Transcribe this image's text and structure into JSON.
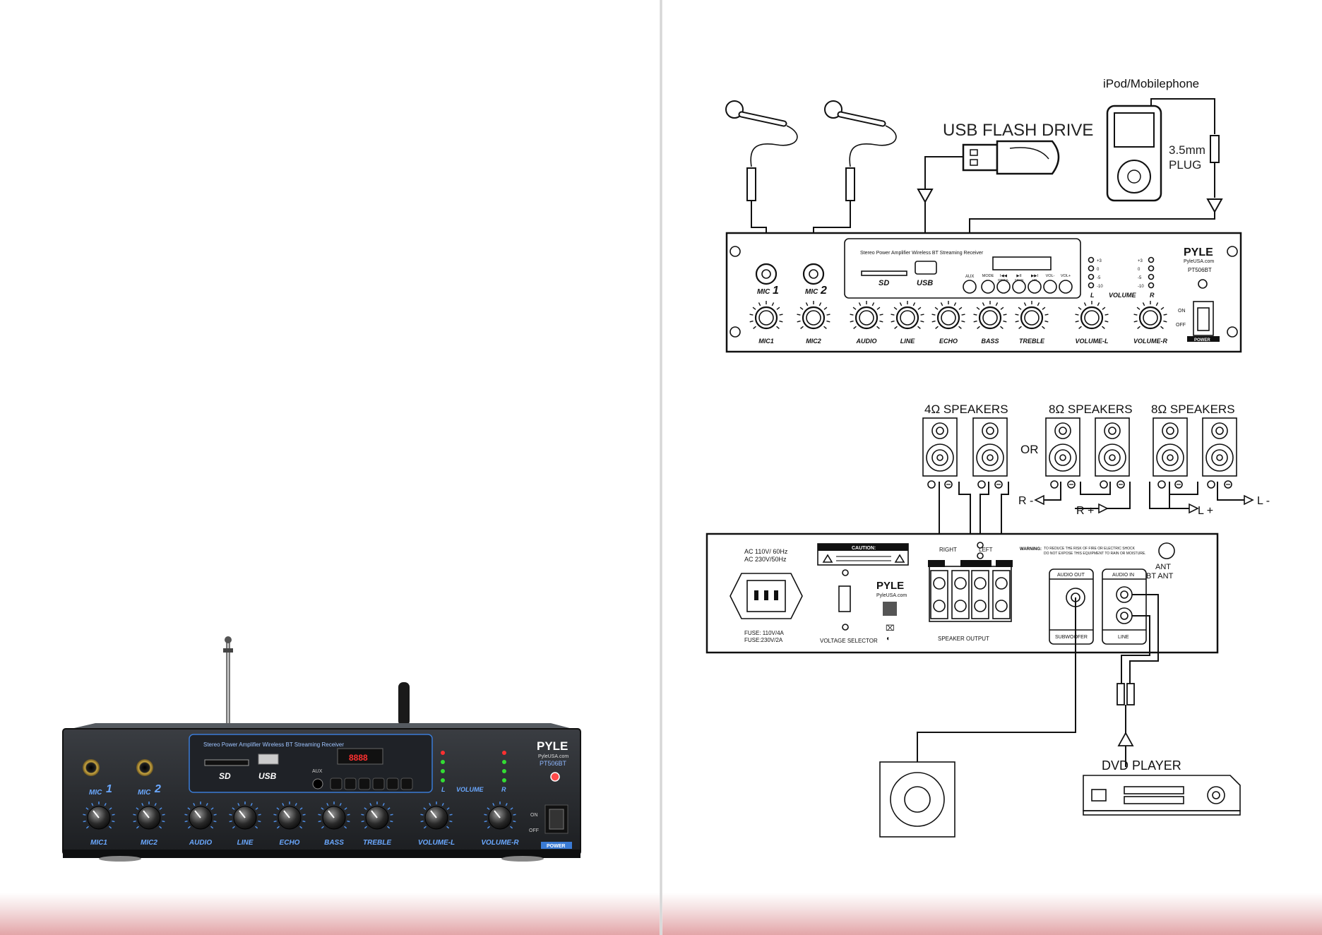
{
  "photo": {
    "brand": "PYLE",
    "site": "PyleUSA.com",
    "model": "PT506BT",
    "subtitle": "Stereo Power Amplifier Wireless BT Streaming Receiver",
    "sd": "SD",
    "usb": "USB",
    "aux": "AUX",
    "volume": "VOLUME",
    "l": "L",
    "r": "R",
    "on": "ON",
    "off": "OFF",
    "power": "POWER",
    "mic1": "MIC",
    "mic2": "MIC",
    "mic_num1": "1",
    "mic_num2": "2",
    "knobs": [
      "MIC1",
      "MIC2",
      "AUDIO",
      "LINE",
      "ECHO",
      "BASS",
      "TREBLE",
      "VOLUME-L",
      "VOLUME-R"
    ]
  },
  "front_diagram": {
    "ipod_label": "iPod/Mobilephone",
    "usb_label": "USB FLASH DRIVE",
    "plug_label_1": "3.5mm",
    "plug_label_2": "PLUG",
    "brand": "PYLE",
    "site": "PyleUSA.com",
    "model": "PT506BT",
    "subtitle": "Stereo Power Amplifier Wireless BT Streaming Receiver",
    "sd": "SD",
    "usb": "USB",
    "aux": "AUX",
    "mic": "MIC",
    "mic_num1": "1",
    "mic_num2": "2",
    "volume": "VOLUME",
    "l": "L",
    "r": "R",
    "on": "ON",
    "off": "OFF",
    "power": "POWER",
    "level_marks": [
      "+3",
      "0",
      "-5",
      "-10"
    ],
    "buttons": [
      "MODE",
      "I◀◀",
      "▶II",
      "▶▶I",
      "VOL-",
      "VOL+"
    ],
    "button_subs": [
      "DEMAL",
      "SCAN",
      "UP"
    ],
    "knobs": [
      "MIC1",
      "MIC2",
      "AUDIO",
      "LINE",
      "ECHO",
      "BASS",
      "TREBLE",
      "VOLUME-L",
      "VOLUME-R"
    ]
  },
  "rear_diagram": {
    "speakers_4": "4Ω SPEAKERS",
    "speakers_8a": "8Ω SPEAKERS",
    "speakers_8b": "8Ω SPEAKERS",
    "or": "OR",
    "r_minus": "R -",
    "r_plus": "R +",
    "l_plus": "L +",
    "l_minus": "L -",
    "ac_1": "AC 110V/ 60Hz",
    "ac_2": "AC 230V/50Hz",
    "fuse_1": "FUSE: 110V/4A",
    "fuse_2": "FUSE:230V/2A",
    "caution": "CAUTION:",
    "voltage_selector": "VOLTAGE SELECTOR",
    "brand": "PYLE",
    "site": "PyleUSA.com",
    "right": "RIGHT",
    "left": "LEFT",
    "speaker_output": "SPEAKER OUTPUT",
    "warning": "WARNING:",
    "warning_text_1": "TO REDUCE THE RISK OF FIRE OR ELECTRIC SHOCK",
    "warning_text_2": "DO NOT EXPOSE THIS EQUIPMENT TO RAIN OR MOISTURE.",
    "ant_1": "ANT",
    "ant_2": "BT ANT",
    "audio_out": "AUDIO OUT",
    "subwoofer": "SUBWOOFER",
    "audio_in": "AUDIO IN",
    "line": "LINE",
    "dvd_player": "DVD PLAYER"
  }
}
